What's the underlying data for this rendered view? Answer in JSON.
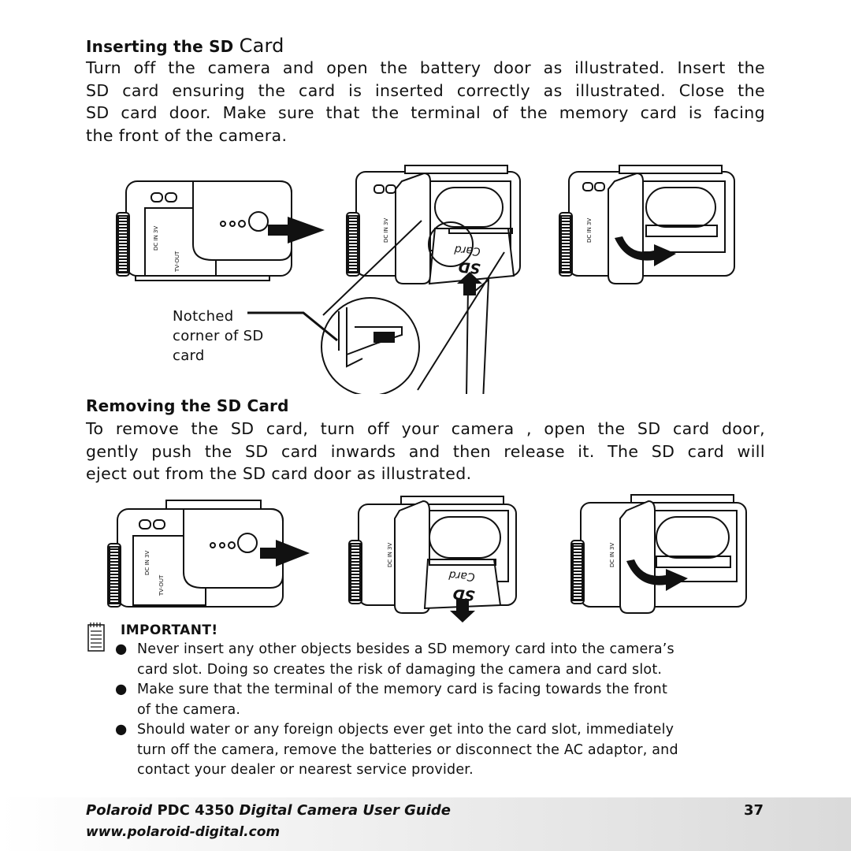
{
  "section1": {
    "heading": "Inserting the SD",
    "heading_card": "Card",
    "lines": [
      "Turn off the camera and open the battery door as illustrated. Insert the",
      "SD card ensuring the card is inserted correctly as illustrated. Close the",
      "SD card door. Make sure that the terminal of the memory card is facing",
      "the front of the camera."
    ]
  },
  "callout": {
    "lines": [
      "Notched",
      "corner of SD",
      "card"
    ]
  },
  "section2": {
    "heading": "Removing the SD Card",
    "lines": [
      "To remove the SD card, turn off your camera , open the SD card door,",
      "gently push the SD card inwards and then release it. The SD card will",
      "eject out from the SD card door as illustrated."
    ]
  },
  "camera_labels": {
    "dc_in": "DC IN 3V",
    "tv_out": "TV-OUT",
    "sd_logo": "SD",
    "card_text": "Card"
  },
  "important": {
    "title": "IMPORTANT!",
    "bullets": [
      [
        "Never insert any other objects besides a SD memory card into the camera’s",
        "card slot. Doing so creates the risk of damaging the camera and card slot."
      ],
      [
        "Make sure that the terminal of the memory card is facing towards the front",
        "of the camera."
      ],
      [
        "Should water or any foreign objects ever get into the card slot, immediately",
        "turn off the camera, remove the batteries or disconnect the AC adaptor, and",
        "contact your dealer or nearest service provider."
      ]
    ]
  },
  "footer": {
    "brand": "Polaroid",
    "model": "PDC 4350",
    "guide": "Digital Camera User Guide",
    "url": "www.polaroid-digital.com",
    "page_number": "37"
  }
}
